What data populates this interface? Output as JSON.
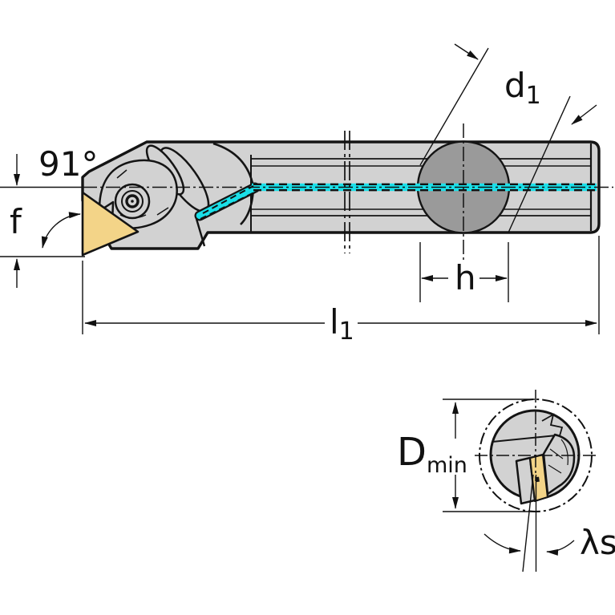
{
  "diagram": {
    "type": "technical-drawing",
    "subject": "boring-bar-with-indexable-insert-two-views",
    "colors": {
      "background": "#ffffff",
      "body_fill": "#d2d2d2",
      "boss_fill": "#9a9a9a",
      "insert_fill": "#f3d488",
      "coolant_channel": "#1adfe8",
      "line": "#141414"
    },
    "labels": {
      "angle_91": "91°",
      "f": "f",
      "d1_base": "d",
      "d1_sub": "1",
      "h": "h",
      "l1_base": "l",
      "l1_sub": "1",
      "dmin_base": "D",
      "dmin_sub": "min",
      "lambda_s": "λs"
    }
  }
}
